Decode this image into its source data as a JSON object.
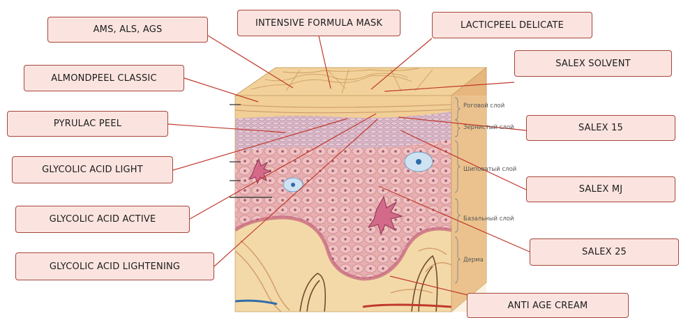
{
  "labels": {
    "ams": "AMS, ALS, AGS",
    "intensive": "INTENSIVE FORMULA MASK",
    "lacticpeel": "LACTICPEEL DELICATE",
    "salex_solvent": "SALEX SOLVENT",
    "almondpeel": "ALMONDPEEL CLASSIC",
    "pyrulac": "PYRULAC PEEL",
    "salex15": "SALEX 15",
    "glycolic_light": "GLYCOLIC ACID  LIGHT",
    "salex_mj": "SALEX  MJ",
    "glycolic_active": "GLYCOLIC ACID  ACTIVE",
    "salex25": "SALEX 25",
    "glycolic_lightening": "GLYCOLIC ACID  LIGHTENING",
    "anti_age": "ANTI AGE CREAM"
  },
  "layers": {
    "horny": "Роговой слой",
    "granular": "Зернистый слой",
    "spinous": "Шиповатый слой",
    "basal": "Базальный слой",
    "dermis": "Дерма"
  },
  "colors": {
    "box_fill": "#fbe4e0",
    "box_border": "#a4463a",
    "leader_line": "#c0392b",
    "stratum_corneum": "#f1cf96",
    "epidermis": "#eab3b0",
    "dermis": "#f4d9a8"
  }
}
